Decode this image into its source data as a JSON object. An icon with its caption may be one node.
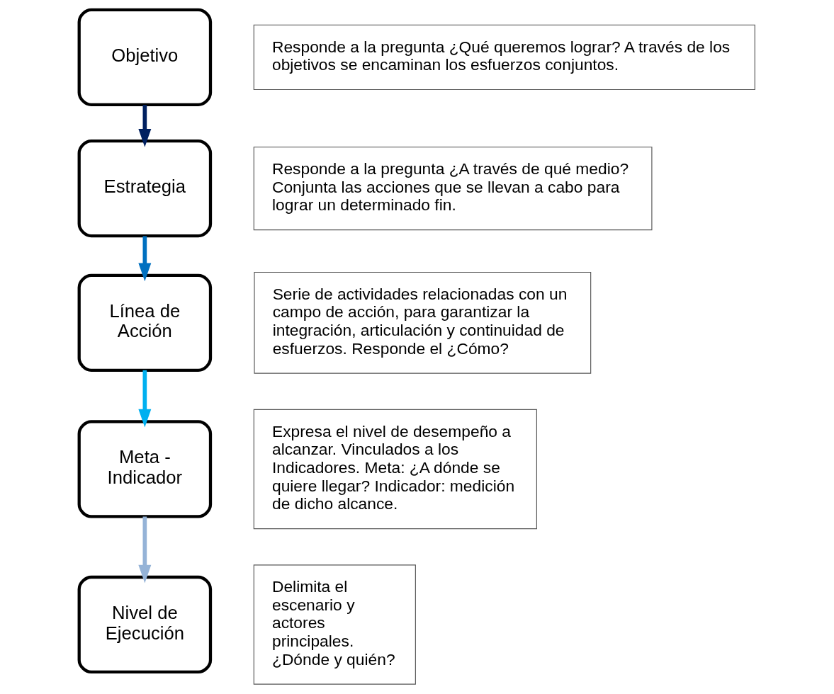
{
  "diagram": {
    "nodes": [
      {
        "text": [
          "Objetivo"
        ]
      },
      {
        "text": [
          "Responde a la pregunta ¿Qué queremos lograr? A través de los objetivos se encaminan los esfuerzos conjuntos."
        ]
      },
      {
        "text": [
          "Estrategia"
        ]
      },
      {
        "text": [
          "Responde a la pregunta ¿A través de qué medio? Conjunta las acciones que se llevan a cabo para lograr un determinado fin."
        ]
      },
      {
        "text": [
          "Línea de Acción"
        ]
      },
      {
        "text": [
          "Serie de actividades relacionadas con un campo de acción, para garantizar la integración, articulación y continuidad de esfuerzos. Responde el ¿Cómo?"
        ]
      },
      {
        "text": [
          "Meta - Indicador"
        ]
      },
      {
        "text": [
          "Expresa el nivel de desempeño a alcanzar. Vinculados a los Indicadores. Meta: ¿A dónde se quiere llegar? Indicador: medición de dicho alcance."
        ]
      },
      {
        "text": [
          "Nivel de Ejecución"
        ]
      },
      {
        "text": [
          "Delimita el escenario y actores principales. ¿Dónde y quién?"
        ]
      }
    ],
    "edges": [
      {
        "from": 0,
        "to": 2,
        "arrow": "to",
        "color": "#002060"
      },
      {
        "from": 2,
        "to": 4,
        "arrow": "to",
        "color": "#0070c0"
      },
      {
        "from": 4,
        "to": 6,
        "arrow": "to",
        "color": "#00b0f0"
      },
      {
        "from": 6,
        "to": 8,
        "arrow": "to",
        "color": "#95b3d7"
      }
    ]
  }
}
